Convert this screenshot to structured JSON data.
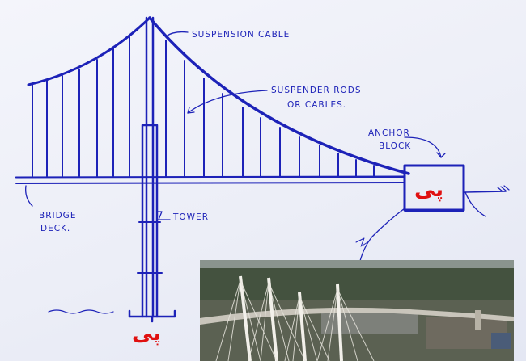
{
  "labels": {
    "suspension_cable": "SUSPENSION CABLE",
    "suspender_rods_line1": "SUSPENDER RODS",
    "suspender_rods_line2": "OR CABLES.",
    "anchor_line1": "ANCHOR",
    "anchor_line2": "BLOCK",
    "bridge_line1": "BRIDGE",
    "bridge_line2": "DECK.",
    "tower": "TOWER"
  },
  "foundation_marks": {
    "anchor_block": "پی",
    "tower_base": "پی"
  },
  "colors": {
    "ink": "#1d22b8",
    "annotation": "#e01010",
    "paper": "#eef0f8"
  }
}
